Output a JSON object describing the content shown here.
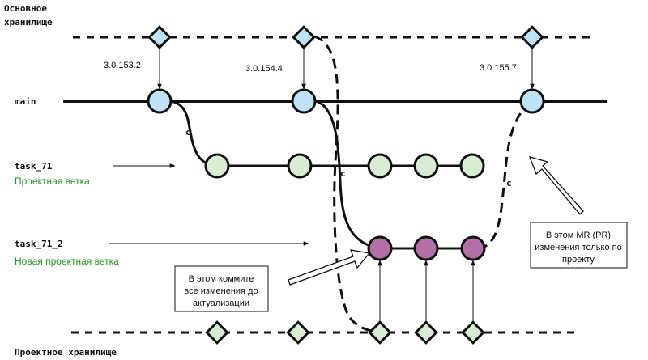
{
  "labels": {
    "main_repo": [
      "Основное",
      "хранилище"
    ],
    "project_repo": "Проектное хранилище",
    "main": "main",
    "task_71": "task_71",
    "task_71_sub": "Проектная ветка",
    "task_71_2": "task_71_2",
    "task_71_2_sub": "Новая проектная ветка"
  },
  "tags": {
    "t1": "3.0.153.2",
    "t2": "3.0.154.4",
    "t3": "3.0.155.7"
  },
  "cherry_mark": "c",
  "notes": {
    "commit_note": [
      "В этом коммите",
      "все изменения до",
      "актуализации"
    ],
    "mr_note": [
      "В этом MR (PR)",
      "изменения только по",
      "проекту"
    ]
  },
  "colors": {
    "main_commit": "#bfe3f5",
    "task71_commit": "#d7ecd3",
    "task712_commit": "#b56fa7",
    "project_repo_commit": "#d7ecd3",
    "green_text": "#1a9a1a",
    "line": "#111111"
  }
}
